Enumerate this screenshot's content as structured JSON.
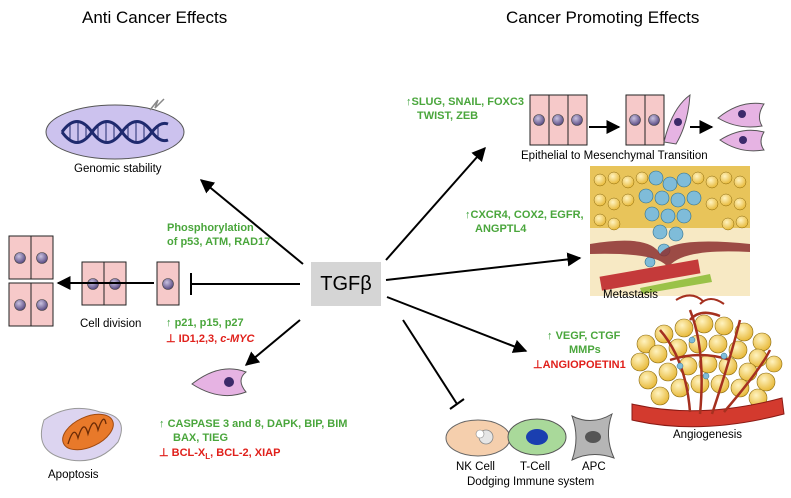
{
  "headings": {
    "left": "Anti Cancer Effects",
    "right": "Cancer Promoting Effects"
  },
  "center": {
    "label": "TGFβ"
  },
  "anti": {
    "genomic": "Genomic stability",
    "phospho_line1": "Phosphorylation",
    "phospho_line2": "of p53, ATM, RAD17",
    "cell_division": "Cell division",
    "p21_line": "p21, p15, p27",
    "id_line_a": "ID1,2,3, ",
    "id_line_b": "c-MYC",
    "caspase_line1": "CASPASE 3 and 8, DAPK, BIP, BIM",
    "caspase_line2": "BAX, TIEG",
    "bcl_line_a": "BCL-X",
    "bcl_sub": "L",
    "bcl_line_b": ", BCL-2, XIAP",
    "apoptosis": "Apoptosis"
  },
  "pro": {
    "slug_line1": "SLUG, SNAIL, FOXC3",
    "slug_line2": "TWIST, ZEB",
    "emt": "Epithelial to Mesenchymal Transition",
    "cxcr_line1": "CXCR4, COX2, EGFR,",
    "cxcr_line2": "ANGPTL4",
    "metastasis": "Metastasis",
    "vegf_line1": "VEGF, CTGF",
    "vegf_line2": "MMPs",
    "angiopoietin": "ANGIOPOETIN1",
    "angiogenesis": "Angiogenesis",
    "nk": "NK Cell",
    "tcell": "T-Cell",
    "apc": "APC",
    "dodging": "Dodging Immune system"
  },
  "symbols": {
    "up": "↑",
    "inhibit": "⊥"
  },
  "colors": {
    "up_green": "#4aa63c",
    "inhibit_red": "#e0201b",
    "cell_pink": "#f6c9c9",
    "nucleus_purple": "#7a6a9e"
  }
}
